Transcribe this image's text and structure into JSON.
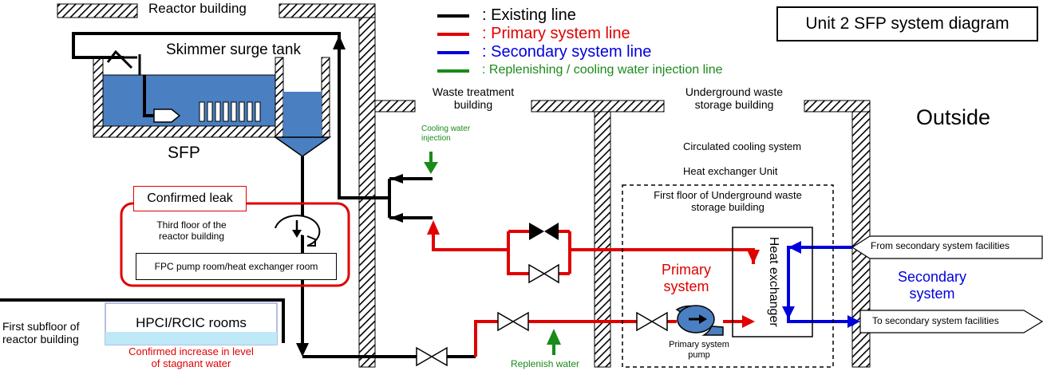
{
  "title": "Unit 2 SFP system diagram",
  "legend": {
    "existing": ": Existing line",
    "primary": ": Primary system line",
    "secondary": ": Secondary system line",
    "replenishing": ": Replenishing / cooling water injection line"
  },
  "labels": {
    "reactor_building": "Reactor building",
    "skimmer_surge_tank": "Skimmer surge tank",
    "sfp": "SFP",
    "waste_treatment_line1": "Waste treatment",
    "waste_treatment_line2": "building",
    "underground_line1": "Underground waste",
    "underground_line2": "storage building",
    "outside": "Outside",
    "cooling_water_line1": "Cooling water",
    "cooling_water_line2": "injection",
    "circulated_cooling": "Circulated cooling system",
    "heat_exchanger_unit": "Heat exchanger Unit",
    "first_floor_line1": "First floor of Underground waste",
    "first_floor_line2": "storage building",
    "confirmed_leak": "Confirmed leak",
    "third_floor_line1": "Third floor of the",
    "third_floor_line2": "reactor building",
    "fpc_room": "FPC pump room/heat exchanger room",
    "primary_system_line1": "Primary",
    "primary_system_line2": "system",
    "heat_exchanger": "Heat exchanger",
    "from_secondary": "From secondary system facilities",
    "to_secondary": "To secondary system facilities",
    "secondary_system_line1": "Secondary",
    "secondary_system_line2": "system",
    "first_subfloor_line1": "First subfloor of",
    "first_subfloor_line2": "reactor building",
    "hpci_rcic": "HPCI/RCIC rooms",
    "confirmed_increase_line1": "Confirmed increase in level",
    "confirmed_increase_line2": "of stagnant water",
    "primary_pump_line1": "Primary system",
    "primary_pump_line2": "pump",
    "replenish_water": "Replenish water"
  },
  "colors": {
    "existing": "#000000",
    "primary": "#e00000",
    "secondary": "#0000dd",
    "replenishing": "#1a8a1a",
    "water": "#4a7fc1",
    "hpci_water": "#bfe9f7"
  }
}
